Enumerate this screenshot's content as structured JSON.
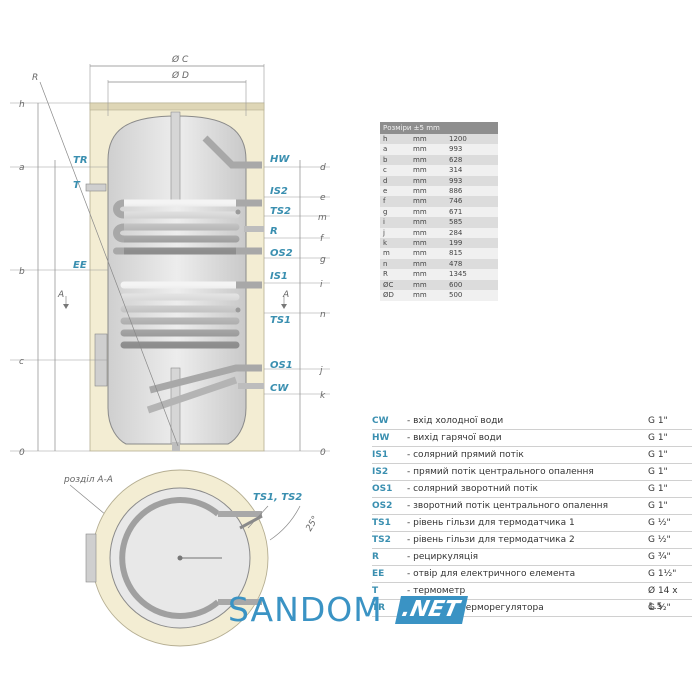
{
  "table": {
    "header": "Розміри ±5 mm",
    "unit": "mm",
    "rows": [
      {
        "dim": "h",
        "unit": "mm",
        "value": "1200"
      },
      {
        "dim": "a",
        "unit": "mm",
        "value": "993"
      },
      {
        "dim": "b",
        "unit": "mm",
        "value": "628"
      },
      {
        "dim": "c",
        "unit": "mm",
        "value": "314"
      },
      {
        "dim": "d",
        "unit": "mm",
        "value": "993"
      },
      {
        "dim": "e",
        "unit": "mm",
        "value": "886"
      },
      {
        "dim": "f",
        "unit": "mm",
        "value": "746"
      },
      {
        "dim": "g",
        "unit": "mm",
        "value": "671"
      },
      {
        "dim": "i",
        "unit": "mm",
        "value": "585"
      },
      {
        "dim": "j",
        "unit": "mm",
        "value": "284"
      },
      {
        "dim": "k",
        "unit": "mm",
        "value": "199"
      },
      {
        "dim": "m",
        "unit": "mm",
        "value": "815"
      },
      {
        "dim": "n",
        "unit": "mm",
        "value": "478"
      },
      {
        "dim": "R",
        "unit": "mm",
        "value": "1345"
      },
      {
        "dim": "ØC",
        "unit": "mm",
        "value": "600"
      },
      {
        "dim": "ØD",
        "unit": "mm",
        "value": "500"
      }
    ]
  },
  "legend": [
    {
      "code": "CW",
      "desc": "- вхід холодної води",
      "size": "G 1\""
    },
    {
      "code": "HW",
      "desc": "- вихід гарячої води",
      "size": "G 1\""
    },
    {
      "code": "IS1",
      "desc": "- солярний прямий потік",
      "size": "G 1\""
    },
    {
      "code": "IS2",
      "desc": "- прямий потік центрального опалення",
      "size": "G 1\""
    },
    {
      "code": "OS1",
      "desc": "- солярний зворотний потік",
      "size": "G 1\""
    },
    {
      "code": "OS2",
      "desc": "- зворотний потік центрального опалення",
      "size": "G 1\""
    },
    {
      "code": "TS1",
      "desc": "- рівень гільзи для термодатчика 1",
      "size": "G ½\""
    },
    {
      "code": "TS2",
      "desc": "- рівень гільзи для термодатчика 2",
      "size": "G ½\""
    },
    {
      "code": "R",
      "desc": "- рециркуляція",
      "size": "G ¾\""
    },
    {
      "code": "EE",
      "desc": "- отвір для електричного елемента",
      "size": "G 1½\""
    },
    {
      "code": "T",
      "desc": "- термометр",
      "size": "Ø 14 x 1.5"
    },
    {
      "code": "TR",
      "desc": "- отвір для терморегулятора",
      "size": "G ½\""
    }
  ],
  "diagram": {
    "dim_c": "Ø C",
    "dim_d": "Ø D",
    "label_r": "R",
    "left_dims": [
      "h",
      "a",
      "b",
      "c",
      "0"
    ],
    "right_dims": [
      "d",
      "e",
      "m",
      "f",
      "g",
      "i",
      "n",
      "j",
      "k",
      "0"
    ],
    "left_ports": [
      "TR",
      "T",
      "EE"
    ],
    "right_ports": [
      "HW",
      "IS2",
      "TS2",
      "R",
      "OS2",
      "IS1",
      "TS1",
      "OS1",
      "CW"
    ],
    "section_arrow": "A",
    "section_title": "розділ A-A",
    "section_ports": "TS1, TS2",
    "angle": "25°"
  },
  "watermark": {
    "word": "SANDOM",
    "suffix": ".NET"
  },
  "colors": {
    "insulation": "#f3edd3",
    "tank": "#e4e4e4",
    "accent": "#3a8fb0",
    "watermark": "#3a93c4"
  }
}
